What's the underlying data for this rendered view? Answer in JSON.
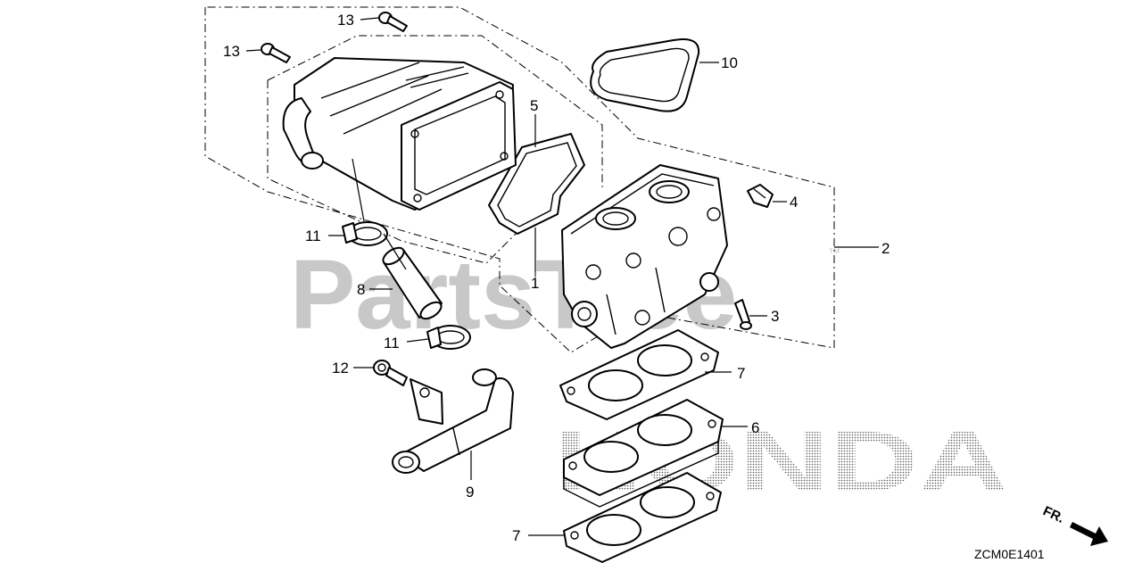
{
  "watermark": {
    "text": "PartsTree",
    "trademark": "™"
  },
  "brand_mark": {
    "text": "HONDA"
  },
  "orientation": {
    "label": "FR."
  },
  "diagram_code": "ZCM0E1401",
  "callouts": [
    {
      "id": "c13a",
      "label": "13"
    },
    {
      "id": "c13b",
      "label": "13"
    },
    {
      "id": "c10",
      "label": "10"
    },
    {
      "id": "c5",
      "label": "5"
    },
    {
      "id": "c4",
      "label": "4"
    },
    {
      "id": "c2",
      "label": "2"
    },
    {
      "id": "c11a",
      "label": "11"
    },
    {
      "id": "c8",
      "label": "8"
    },
    {
      "id": "c1",
      "label": "1"
    },
    {
      "id": "c3",
      "label": "3"
    },
    {
      "id": "c11b",
      "label": "11"
    },
    {
      "id": "c12",
      "label": "12"
    },
    {
      "id": "c7a",
      "label": "7"
    },
    {
      "id": "c6",
      "label": "6"
    },
    {
      "id": "c9",
      "label": "9"
    },
    {
      "id": "c7b",
      "label": "7"
    }
  ]
}
